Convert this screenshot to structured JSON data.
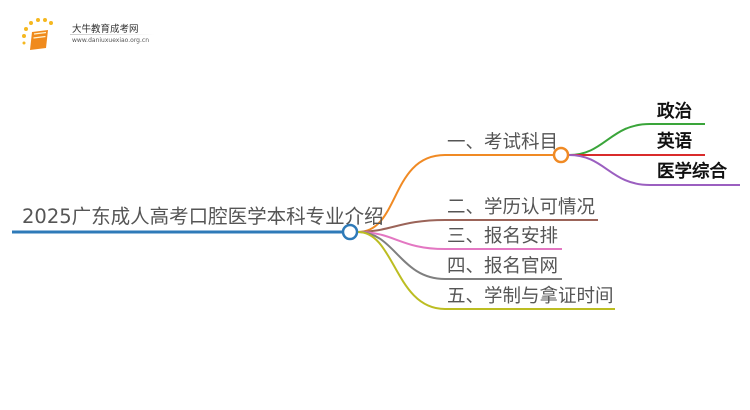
{
  "logo": {
    "title": "大牛教育成考网",
    "url": "www.daniuxuexiao.org.cn",
    "icon": "book-sun-icon"
  },
  "mindmap": {
    "root": {
      "label": "2025广东成人高考口腔医学本科专业介绍",
      "color": "#2e7ab8"
    },
    "branches": [
      {
        "label": "一、考试科目",
        "color": "#f08a24",
        "children": [
          {
            "label": "政治",
            "color": "#3aa53a"
          },
          {
            "label": "英语",
            "color": "#d92b2b"
          },
          {
            "label": "医学综合",
            "color": "#9b5fc0"
          }
        ]
      },
      {
        "label": "二、学历认可情况",
        "color": "#9b6459"
      },
      {
        "label": "三、报名安排",
        "color": "#e377c2"
      },
      {
        "label": "四、报名官网",
        "color": "#7f7f7f"
      },
      {
        "label": "五、学制与拿证时间",
        "color": "#bcbd22"
      }
    ]
  }
}
